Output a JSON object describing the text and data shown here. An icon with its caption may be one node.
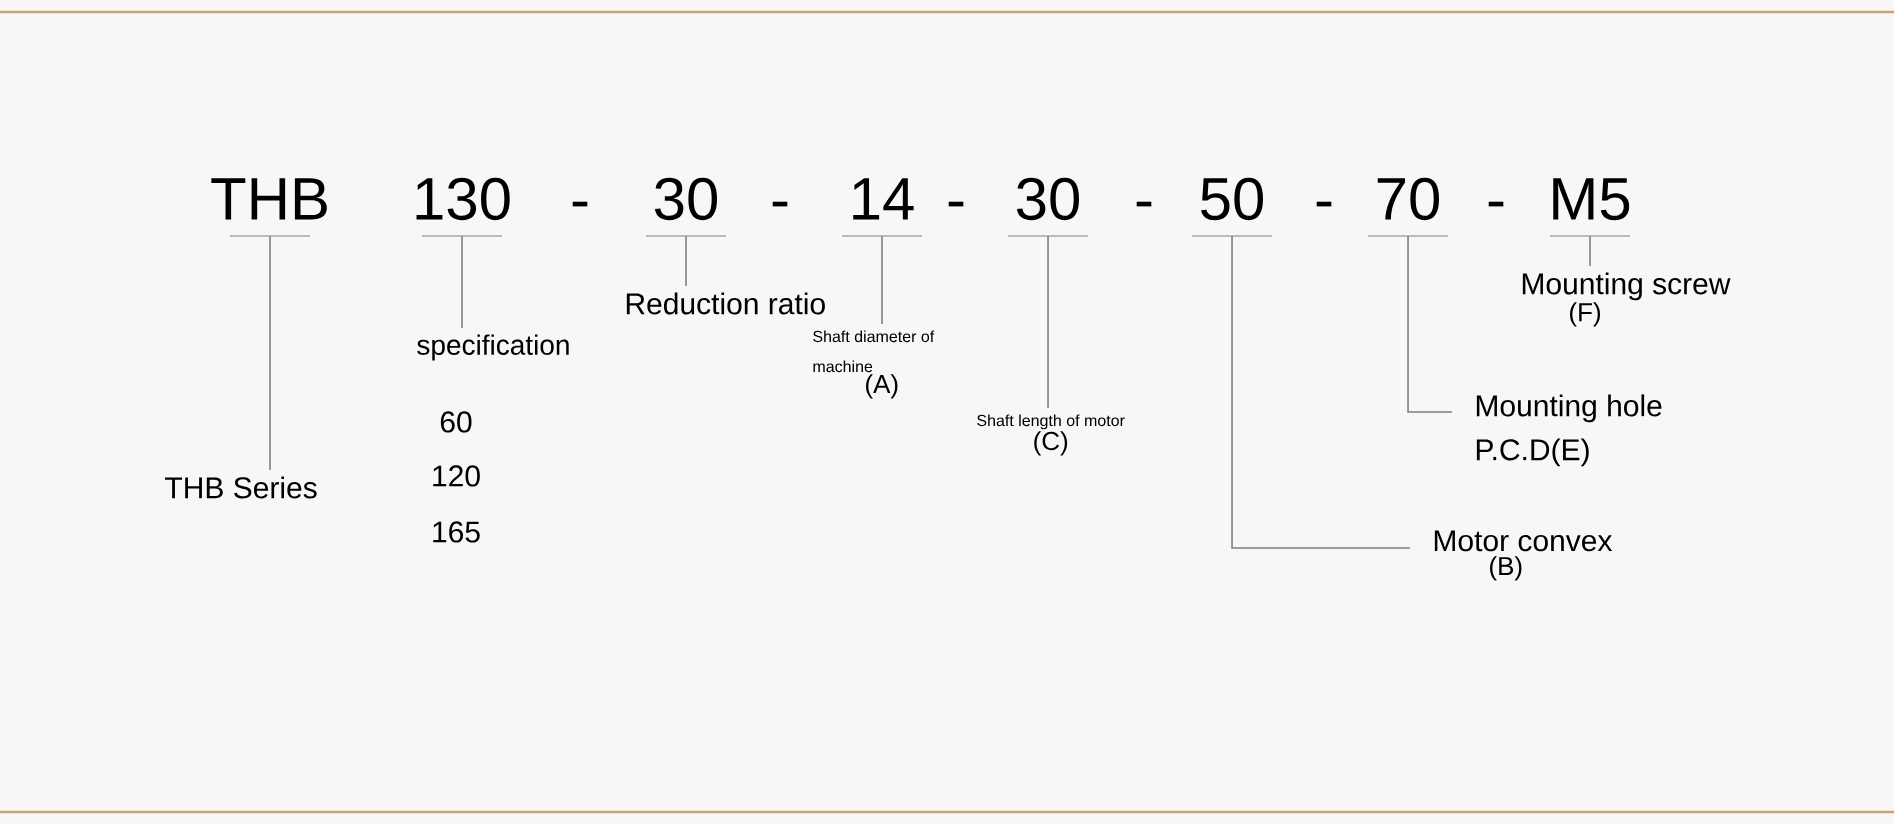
{
  "diagram": {
    "nodes": [
      {
        "text": [
          "THB"
        ]
      },
      {
        "text": [
          "130"
        ]
      },
      {
        "text": [
          "30"
        ]
      },
      {
        "text": [
          "14"
        ]
      },
      {
        "text": [
          "30"
        ]
      },
      {
        "text": [
          "50"
        ]
      },
      {
        "text": [
          "70"
        ]
      },
      {
        "text": [
          "M5"
        ]
      },
      {
        "text": [
          "THB Series"
        ]
      },
      {
        "text": [
          "specification"
        ]
      },
      {
        "text": [
          "Reduction ratio"
        ]
      },
      {
        "text": [
          "Shaft diameter of machine",
          "(A)"
        ]
      },
      {
        "text": [
          "Shaft length of motor",
          "(C)"
        ]
      },
      {
        "text": [
          "Motor convex",
          "(B)"
        ]
      },
      {
        "text": [
          "Mounting hole P.C.D(E)"
        ]
      },
      {
        "text": [
          "Mounting screw",
          "(F)"
        ]
      }
    ],
    "edges": [
      {
        "from": 0,
        "to": 8,
        "arrow": "none"
      },
      {
        "from": 1,
        "to": 9,
        "arrow": "none"
      },
      {
        "from": 2,
        "to": 10,
        "arrow": "none"
      },
      {
        "from": 3,
        "to": 11,
        "arrow": "none"
      },
      {
        "from": 4,
        "to": 12,
        "arrow": "none"
      },
      {
        "from": 5,
        "to": 13,
        "arrow": "none"
      },
      {
        "from": 6,
        "to": 14,
        "arrow": "none"
      },
      {
        "from": 7,
        "to": 15,
        "arrow": "none"
      }
    ],
    "labels": [
      "-",
      "-",
      "-",
      "-",
      "-",
      "-",
      "60",
      "120",
      "165"
    ]
  }
}
